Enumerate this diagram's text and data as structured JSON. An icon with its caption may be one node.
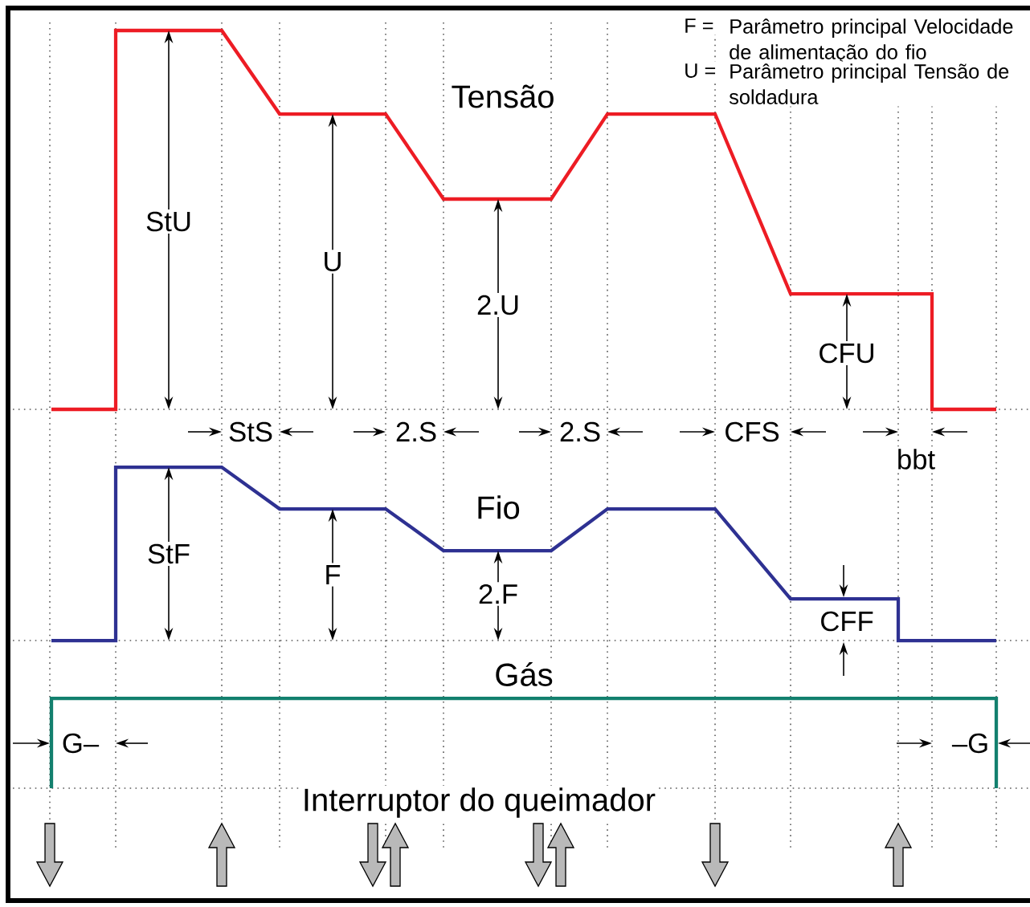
{
  "diagram": {
    "labels": [
      "F =",
      "Parâmetro principal Velocidade de alimentação do fio",
      "U =",
      "Parâmetro principal Tensão de soldadura",
      "Tensão",
      "StU",
      "U",
      "2.U",
      "CFU",
      "StS",
      "2.S",
      "2.S",
      "CFS",
      "bbt",
      "Fio",
      "StF",
      "F",
      "2.F",
      "CFF",
      "Gás",
      "G–",
      "–G",
      "Interruptor do queimador"
    ]
  }
}
